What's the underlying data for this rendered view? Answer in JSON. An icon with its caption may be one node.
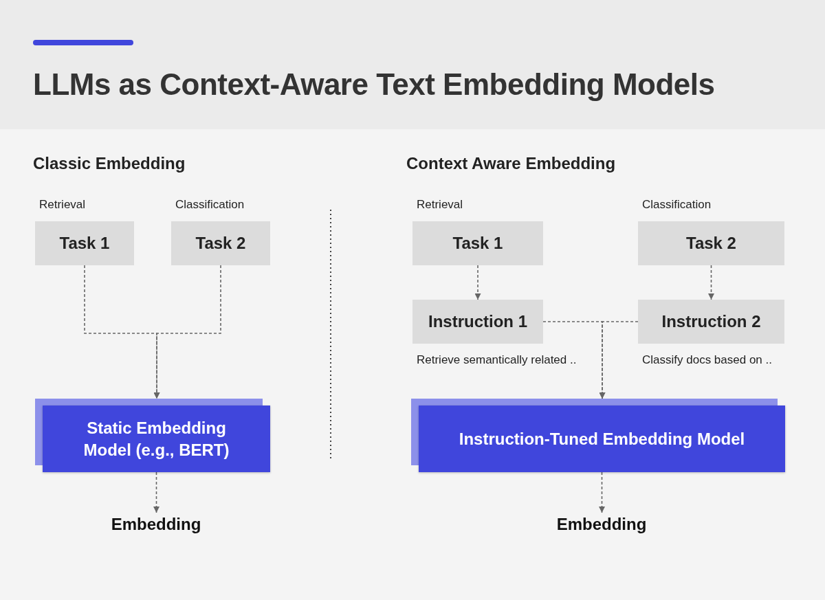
{
  "diagram": {
    "title": "LLMs as Context-Aware Text Embedding Models",
    "nodes": [
      {
        "text": [
          "Task 1"
        ],
        "beside": [
          "Retrieval"
        ]
      },
      {
        "text": [
          "Task 2"
        ],
        "beside": [
          "Classification"
        ]
      },
      {
        "text": [
          "Static Embedding Model (e.g., BERT)"
        ]
      },
      {
        "text": [
          "Embedding"
        ]
      },
      {
        "text": [
          "Task 1"
        ],
        "beside": [
          "Retrieval"
        ]
      },
      {
        "text": [
          "Task 2"
        ],
        "beside": [
          "Classification"
        ]
      },
      {
        "text": [
          "Instruction 1"
        ],
        "beside": [
          "Retrieve semantically related .."
        ]
      },
      {
        "text": [
          "Instruction 2"
        ],
        "beside": [
          "Classify docs based on .."
        ]
      },
      {
        "text": [
          "Instruction-Tuned Embedding Model"
        ]
      },
      {
        "text": [
          "Embedding"
        ]
      }
    ],
    "edges": [
      {
        "from": 0,
        "to": 2,
        "arrow": "to",
        "style": "dashed"
      },
      {
        "from": 1,
        "to": 2,
        "arrow": "to",
        "style": "dashed"
      },
      {
        "from": 2,
        "to": 3,
        "arrow": "to",
        "style": "dashed"
      },
      {
        "from": 4,
        "to": 6,
        "arrow": "to",
        "style": "dashed"
      },
      {
        "from": 5,
        "to": 7,
        "arrow": "to",
        "style": "dashed"
      },
      {
        "from": 6,
        "to": 8,
        "arrow": "to",
        "style": "dashed"
      },
      {
        "from": 7,
        "to": 8,
        "arrow": "to",
        "style": "dashed"
      },
      {
        "from": 8,
        "to": 9,
        "arrow": "to",
        "style": "dashed"
      }
    ],
    "labels": [
      "Classic Embedding",
      "Context Aware Embedding"
    ]
  }
}
